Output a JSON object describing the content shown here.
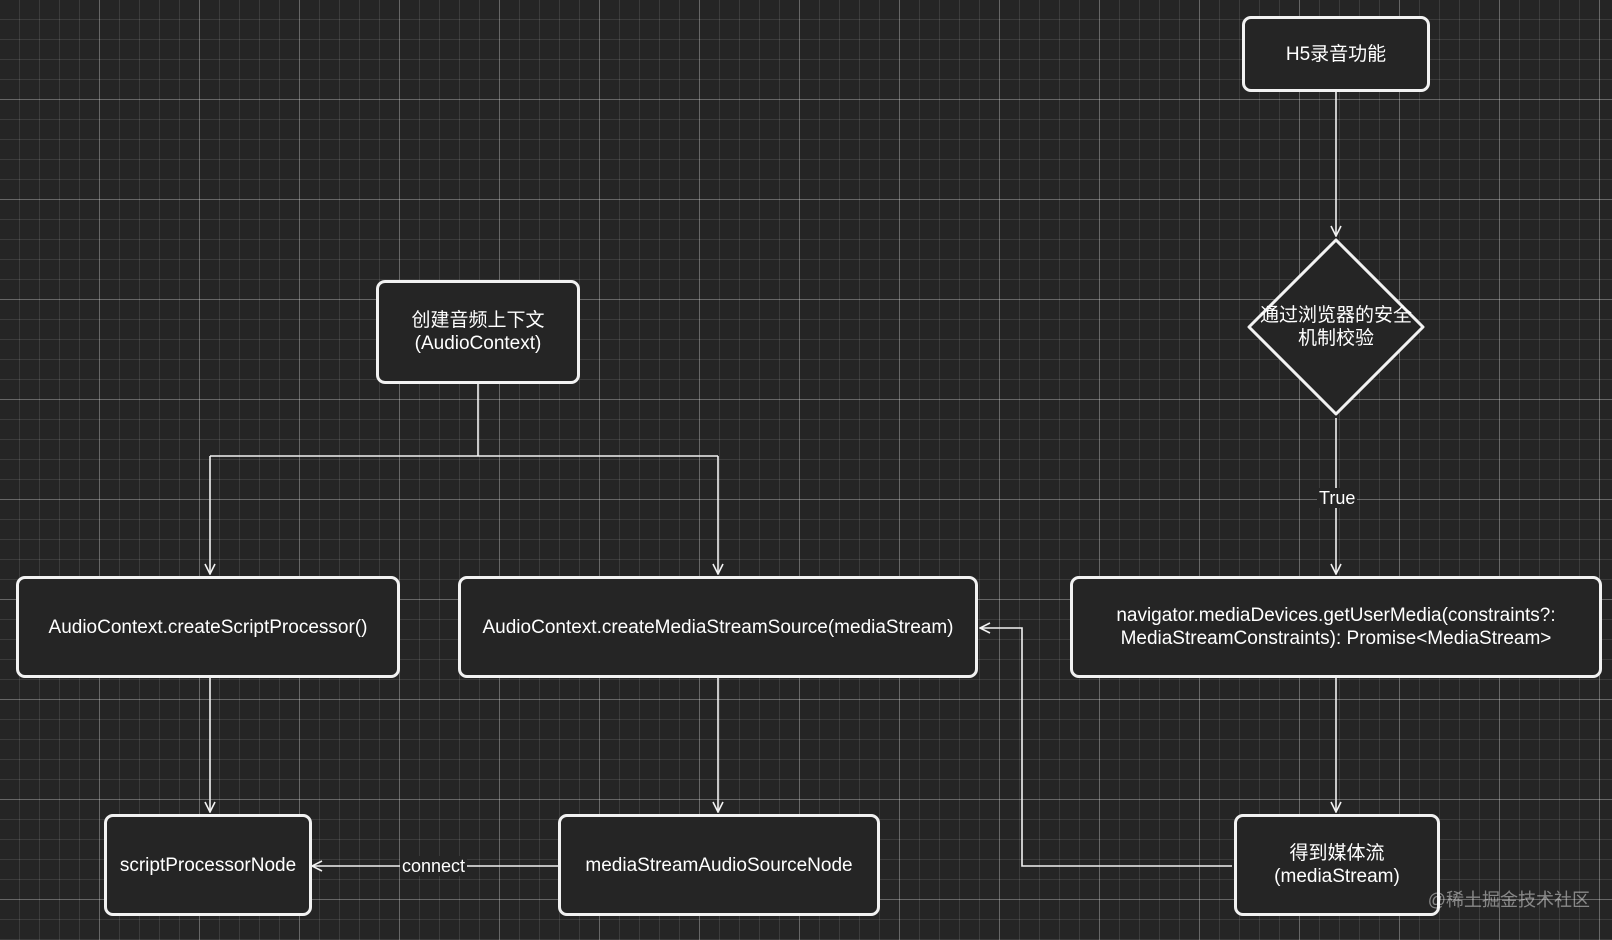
{
  "diagram": {
    "nodes": {
      "h5": {
        "label": "H5录音功能"
      },
      "security_check": {
        "line1": "通过浏览器的安全",
        "line2": "机制校验"
      },
      "get_user_media": {
        "line1": "navigator.mediaDevices.getUserMedia(constraints?:",
        "line2": "MediaStreamConstraints): Promise<MediaStream>"
      },
      "media_stream": {
        "line1": "得到媒体流",
        "line2": "(mediaStream)"
      },
      "audio_context": {
        "line1": "创建音频上下文",
        "line2": "(AudioContext)"
      },
      "create_script_processor": {
        "label": "AudioContext.createScriptProcessor()"
      },
      "create_media_stream_source": {
        "label": "AudioContext.createMediaStreamSource(mediaStream)"
      },
      "script_processor_node": {
        "label": "scriptProcessorNode"
      },
      "media_stream_audio_source_node": {
        "label": "mediaStreamAudioSourceNode"
      }
    },
    "edges": {
      "true_label": "True",
      "connect_label": "connect"
    }
  },
  "watermark": "@稀土掘金技术社区"
}
